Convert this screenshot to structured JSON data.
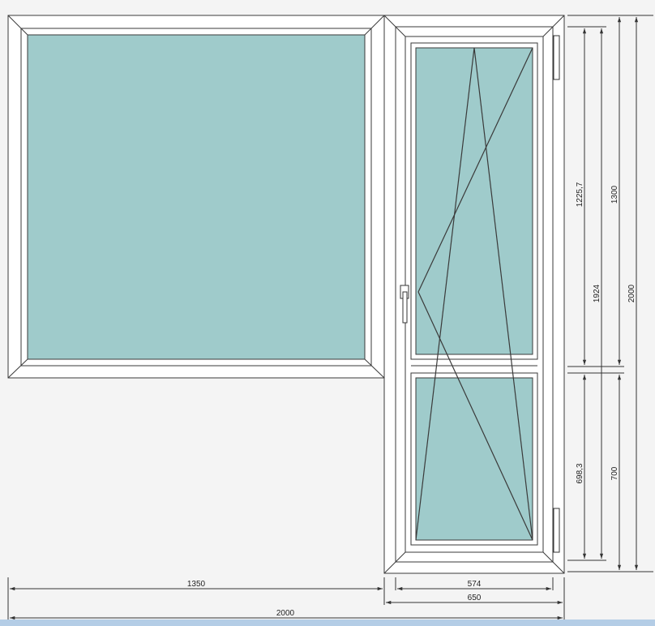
{
  "colors": {
    "background": "#f4f4f4",
    "frame_fill": "#ffffff",
    "frame_line": "#3a3a3a",
    "glass": "#9fcbcb",
    "dimension_line": "#333333",
    "bottom_strip": "#b4cde6"
  },
  "drawing": {
    "type": "window-and-balcony-door-technical-drawing",
    "window": {
      "panes": 1,
      "opening": "fixed"
    },
    "door": {
      "panes": 2,
      "opening": "tilt-and-turn",
      "handle_icon": "door-handle-icon",
      "hinge_icons": [
        "hinge-icon",
        "hinge-icon"
      ]
    }
  },
  "dimensions": {
    "horizontal": {
      "window_width": "1350",
      "door_sash_width": "574",
      "door_frame_width": "650",
      "total_width": "2000"
    },
    "vertical": {
      "door_upper_glass": "1225,7",
      "door_lower_glass": "698,3",
      "door_sash_height": "1924",
      "window_height": "1300",
      "door_lower_section": "700",
      "total_height": "2000"
    }
  }
}
